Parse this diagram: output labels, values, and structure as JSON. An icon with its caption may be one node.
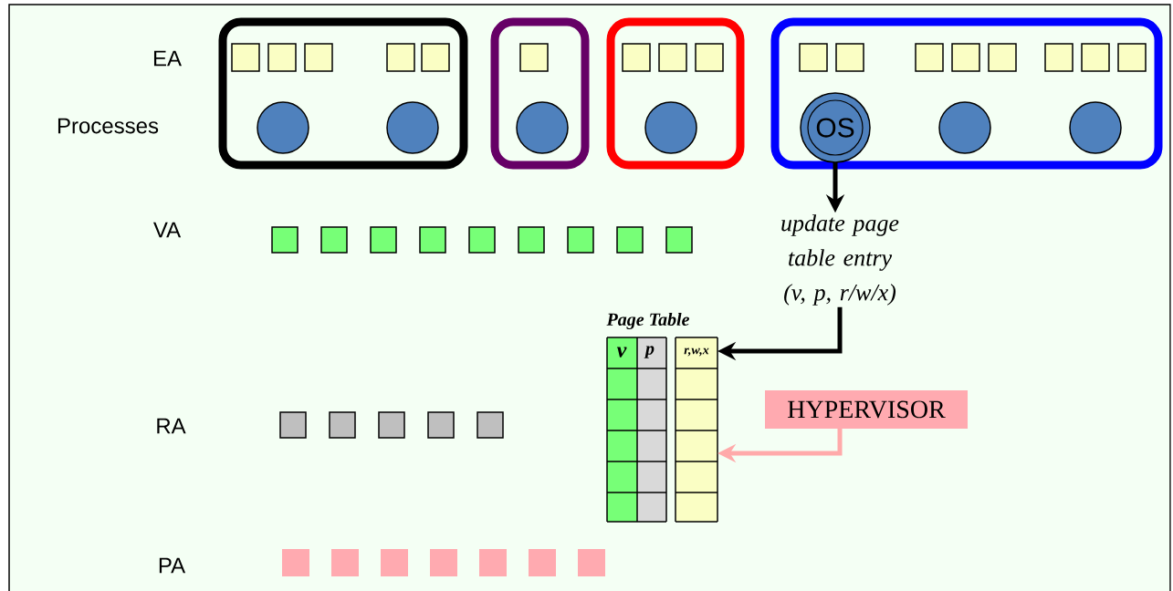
{
  "diagram": {
    "nodes": [
      {
        "text": [],
        "shape": "box"
      },
      {
        "text": [],
        "shape": "circle",
        "in": 0
      },
      {
        "text": [],
        "shape": "circle",
        "in": 0
      },
      {
        "text": [],
        "shape": "box"
      },
      {
        "text": [],
        "shape": "circle",
        "in": 3
      },
      {
        "text": [],
        "shape": "box"
      },
      {
        "text": [],
        "shape": "circle",
        "in": 5
      },
      {
        "text": [],
        "shape": "box"
      },
      {
        "text": [
          "OS"
        ],
        "in": 7
      },
      {
        "text": [],
        "shape": "circle",
        "in": 7
      },
      {
        "text": [],
        "shape": "circle",
        "in": 7
      },
      {
        "text": [
          "update page table entry (v, p, r/w/x)"
        ]
      },
      {
        "text": [
          "Page Table",
          "v",
          "p",
          "r,w,x"
        ]
      },
      {
        "text": [
          "HYPERVISOR"
        ]
      }
    ],
    "edges": [
      {
        "from": 8,
        "to": 11,
        "arrow": "to"
      },
      {
        "from": 11,
        "to": 12,
        "arrow": "to"
      },
      {
        "from": 13,
        "to": 12,
        "arrow": "to",
        "color": "#ffaaaa"
      }
    ],
    "labels": [
      "EA",
      "Processes",
      "VA",
      "RA",
      "PA"
    ]
  }
}
